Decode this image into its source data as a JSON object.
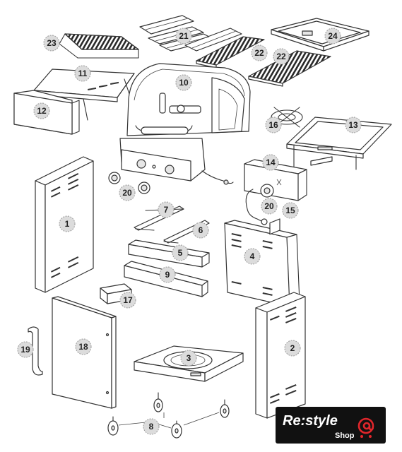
{
  "callouts": {
    "c1": "1",
    "c2": "2",
    "c3": "3",
    "c4": "4",
    "c5": "5",
    "c6": "6",
    "c7": "7",
    "c8": "8",
    "c9": "9",
    "c10": "10",
    "c11": "11",
    "c12": "12",
    "c13": "13",
    "c14": "14",
    "c15": "15",
    "c16": "16",
    "c17": "17",
    "c18": "18",
    "c19": "19",
    "c20a": "20",
    "c20b": "20",
    "c21": "21",
    "c22a": "22",
    "c22b": "22",
    "c23": "23",
    "c24": "24"
  },
  "brand": {
    "name": "Re:style",
    "sub": "Shop",
    "icon": "shopping-cart-at-icon",
    "accent_color": "#e0262b"
  }
}
